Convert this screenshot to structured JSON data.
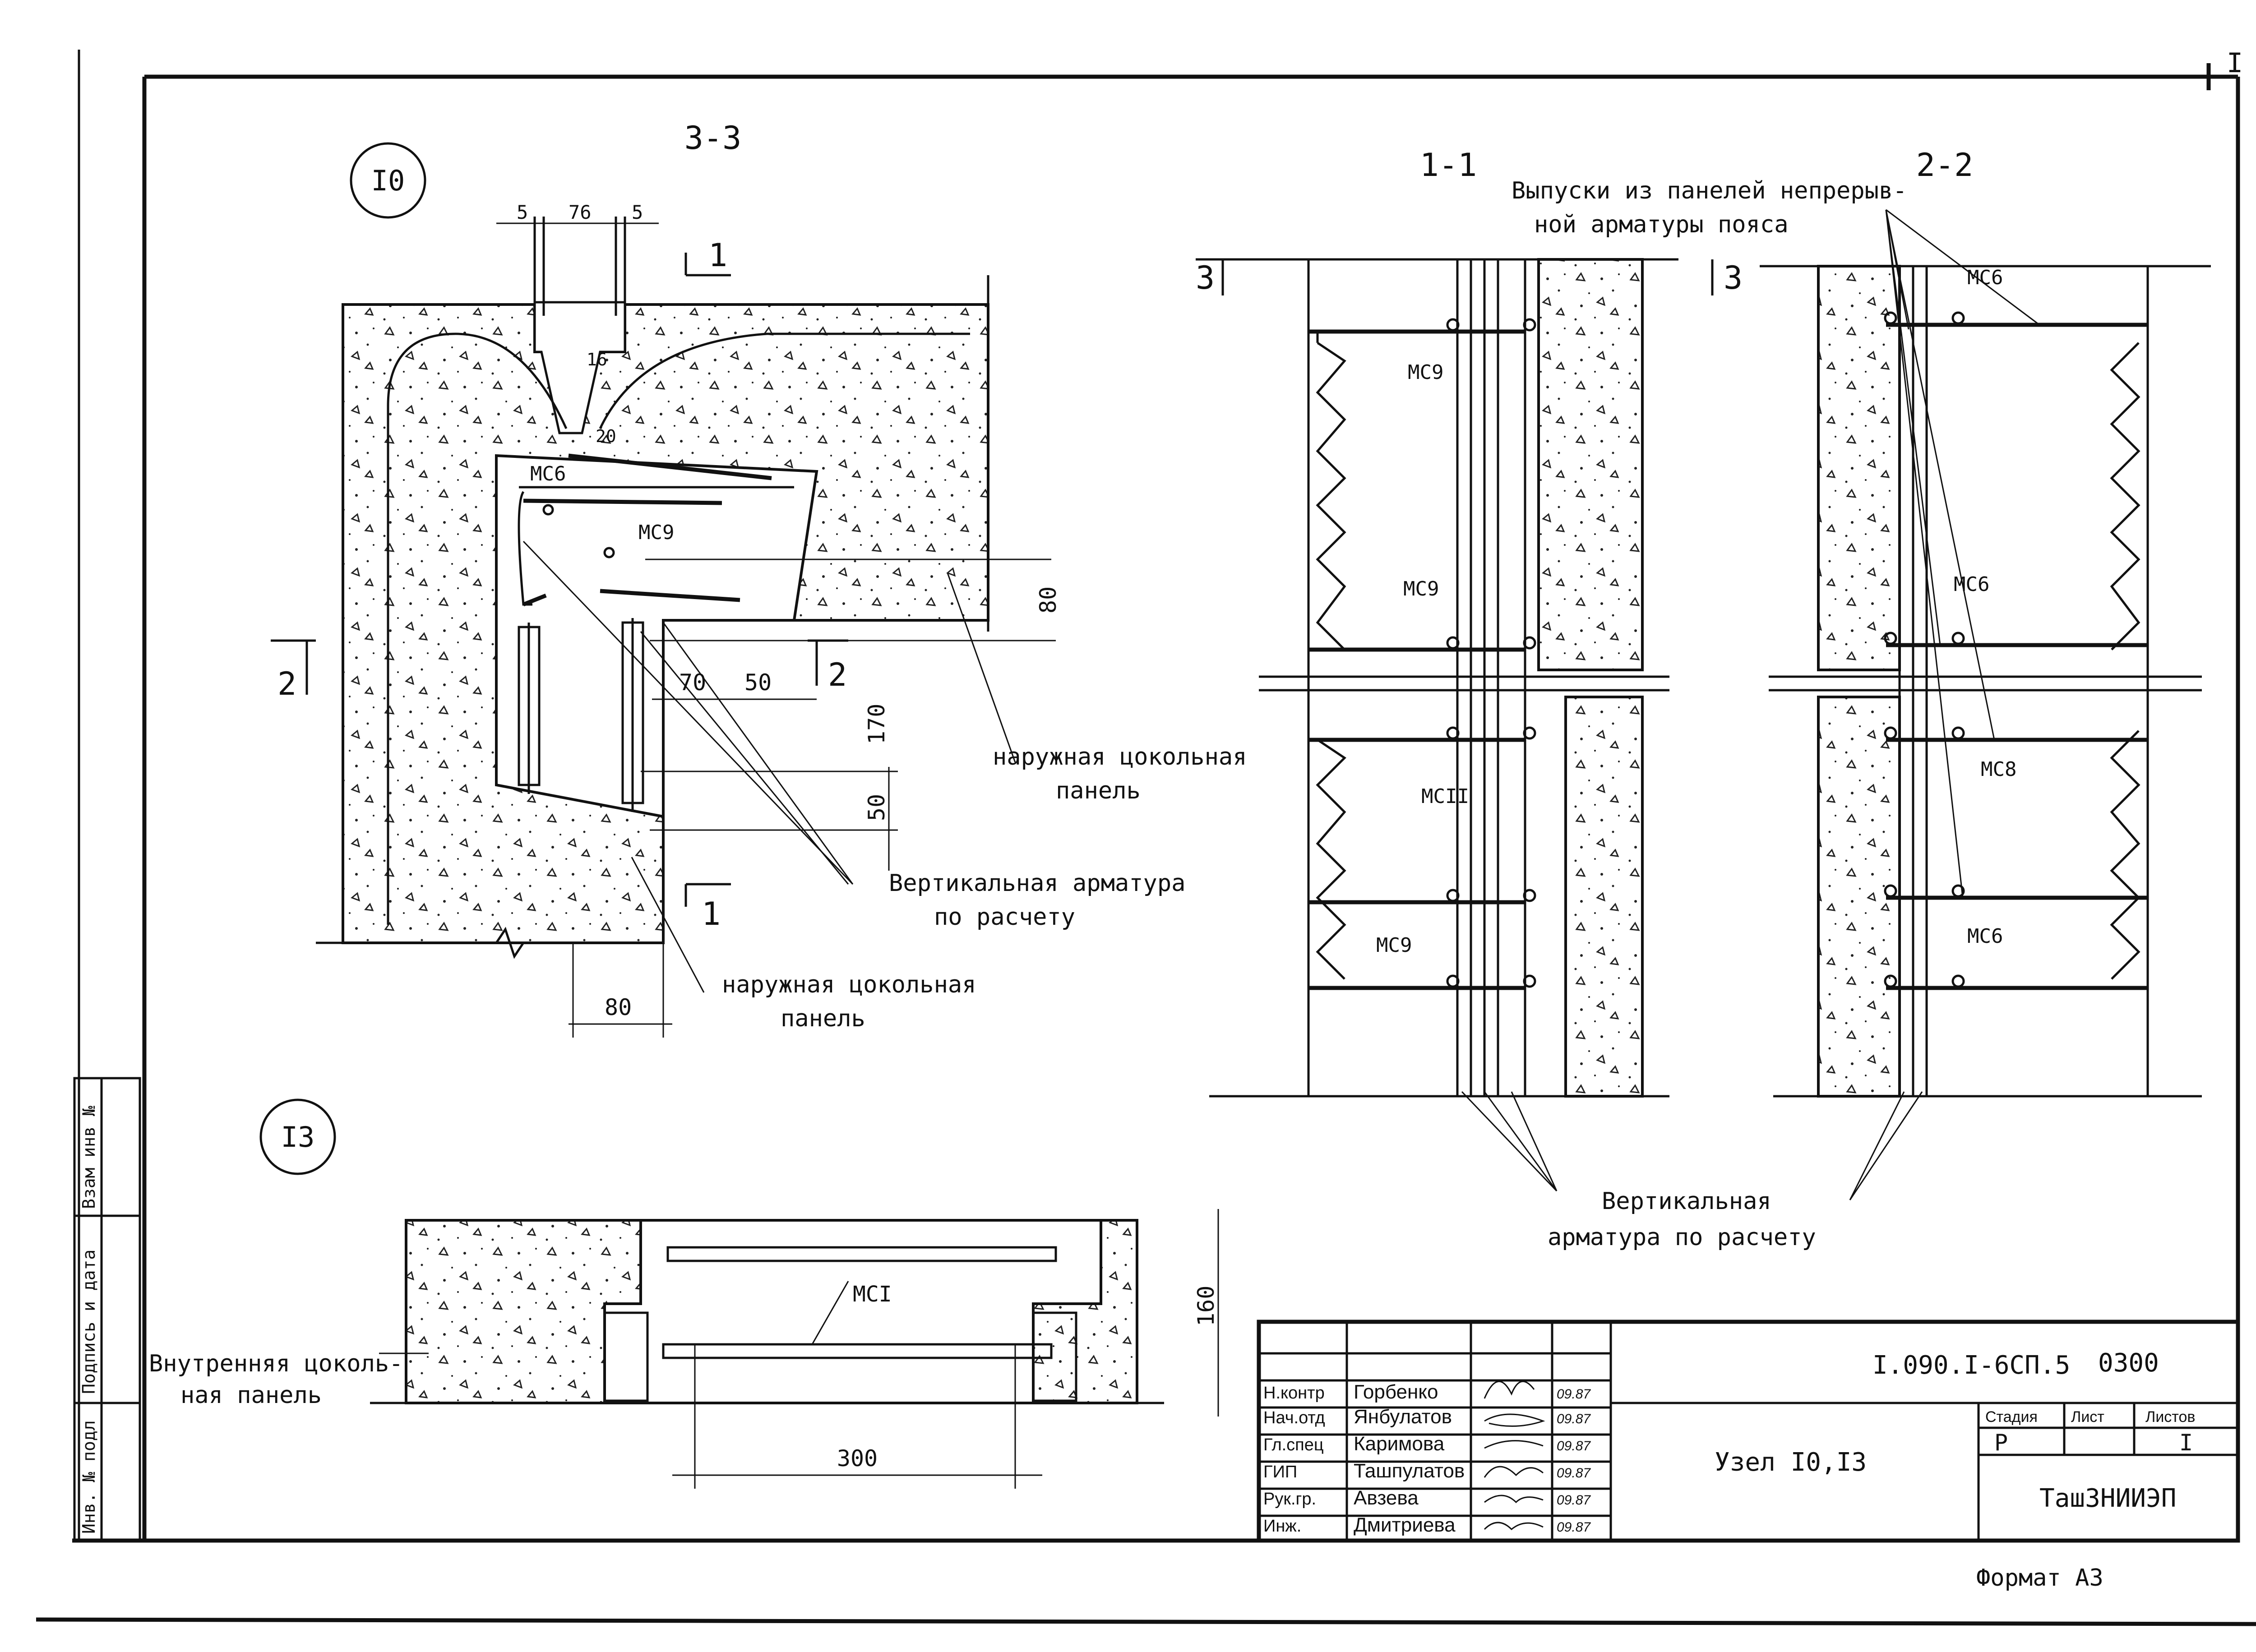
{
  "views": {
    "node10": {
      "circle": "I0",
      "section_33": "3-3",
      "cut_1_top": "1",
      "cut_1_bottom": "1",
      "cut_2_left": "2",
      "cut_2_right": "2",
      "dims": {
        "d5a": "5",
        "d76": "76",
        "d5b": "5",
        "d16": "16",
        "d20": "20",
        "d80v": "80",
        "d70": "70",
        "d50h": "50",
        "d170": "170",
        "d50v": "50",
        "d80h": "80"
      },
      "labels": {
        "mc6": "МС6",
        "mc9": "МС9",
        "outer_panel_1a": "наружная цокольная",
        "outer_panel_1b": "панель",
        "vert_rebar_a": "Вертикальная арматура",
        "vert_rebar_b": "по расчету",
        "outer_panel_2a": "наружная цокольная",
        "outer_panel_2b": "панель"
      }
    },
    "section11": {
      "title": "1-1",
      "cut_3_left": "3",
      "cut_3_right": "3",
      "labels": {
        "mc9a": "МС9",
        "mc9b": "МС9",
        "mc11": "МСII",
        "mc9c": "МС9"
      }
    },
    "section22": {
      "title": "2-2",
      "labels": {
        "mc6a": "МС6",
        "mc6b": "МС6",
        "mc8": "МС8",
        "mc6c": "МС6"
      }
    },
    "release_note_a": "Выпуски из панелей непрерыв-",
    "release_note_b": "ной арматуры пояса",
    "vert_note_a": "Вертикальная",
    "vert_note_b": "арматура по  расчету",
    "node13": {
      "circle": "I3",
      "mc1": "МСI",
      "d160": "160",
      "d300": "300",
      "inner_panel_a": "Внутренняя цоколь-",
      "inner_panel_b": "ная панель"
    }
  },
  "side_stamp": [
    "Инв. № подл",
    "Подпись и дата",
    "Взам инв №"
  ],
  "title_block": {
    "code": "I.090.I-6СП.5",
    "sheet_code": "0300",
    "title": "Узел I0,I3",
    "org": "ТашЗНИИЭП",
    "stage_h": "Стадия",
    "sheet_h": "Лист",
    "sheets_h": "Листов",
    "stage": "Р",
    "sheet": "",
    "sheets": "I",
    "rows": [
      {
        "role": "Н.контр",
        "name": "Горбенко",
        "date": "09.87"
      },
      {
        "role": "Нач.отд",
        "name": "Янбулатов",
        "date": "09.87"
      },
      {
        "role": "Гл.спец",
        "name": "Каримова",
        "date": "09.87"
      },
      {
        "role": "ГИП",
        "name": "Ташпулатов",
        "date": "09.87"
      },
      {
        "role": "Рук.гр.",
        "name": "Авзева",
        "date": "09.87"
      },
      {
        "role": "Инж.",
        "name": "Дмитриева",
        "date": "09.87"
      }
    ]
  },
  "format": "Формат  А3",
  "page_mark": "I"
}
